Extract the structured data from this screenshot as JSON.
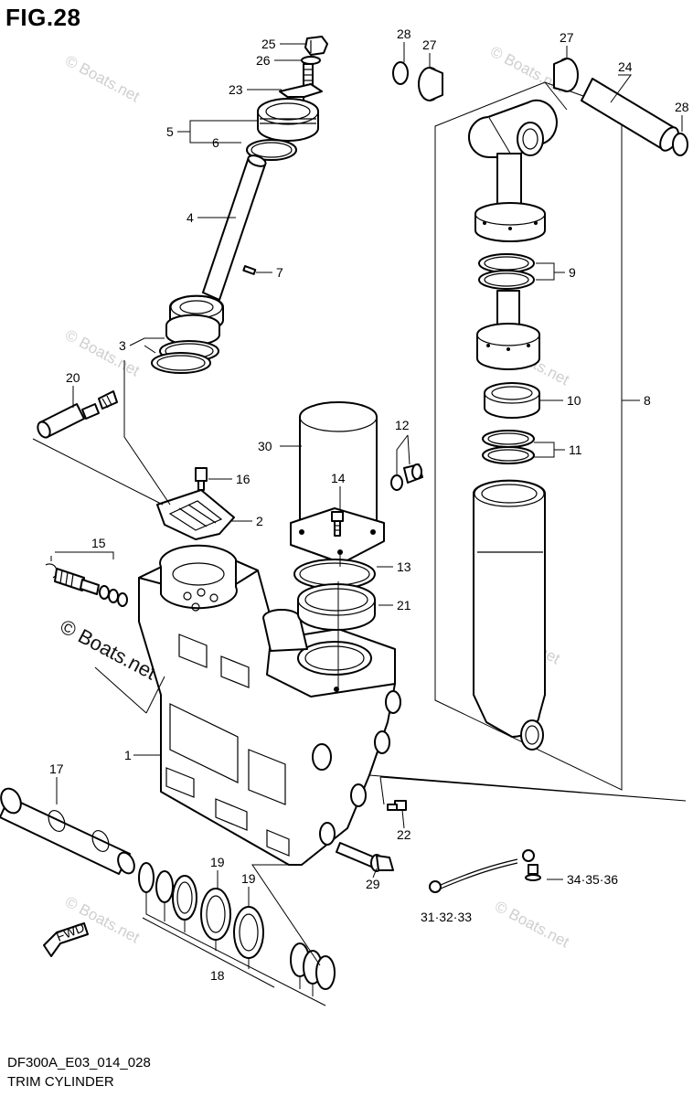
{
  "figure": {
    "title": "FIG.28",
    "code": "DF300A_E03_014_028",
    "caption": "TRIM CYLINDER"
  },
  "watermark": {
    "text": "© Boats.net",
    "repeat_text": "Boats.net"
  },
  "direction_marker": "FWD",
  "callouts": {
    "c1": "1",
    "c2": "2",
    "c3": "3",
    "c4": "4",
    "c5": "5",
    "c6": "6",
    "c7": "7",
    "c8": "8",
    "c9": "9",
    "c10": "10",
    "c11": "11",
    "c12": "12",
    "c13": "13",
    "c14": "14",
    "c15": "15",
    "c16": "16",
    "c17": "17",
    "c18": "18",
    "c19a": "19",
    "c19b": "19",
    "c20": "20",
    "c21": "21",
    "c22": "22",
    "c23": "23",
    "c24": "24",
    "c25": "25",
    "c26": "26",
    "c27a": "27",
    "c27b": "27",
    "c28a": "28",
    "c28b": "28",
    "c29": "29",
    "c30": "30",
    "c31": "31·32·33",
    "c34": "34·35·36"
  }
}
